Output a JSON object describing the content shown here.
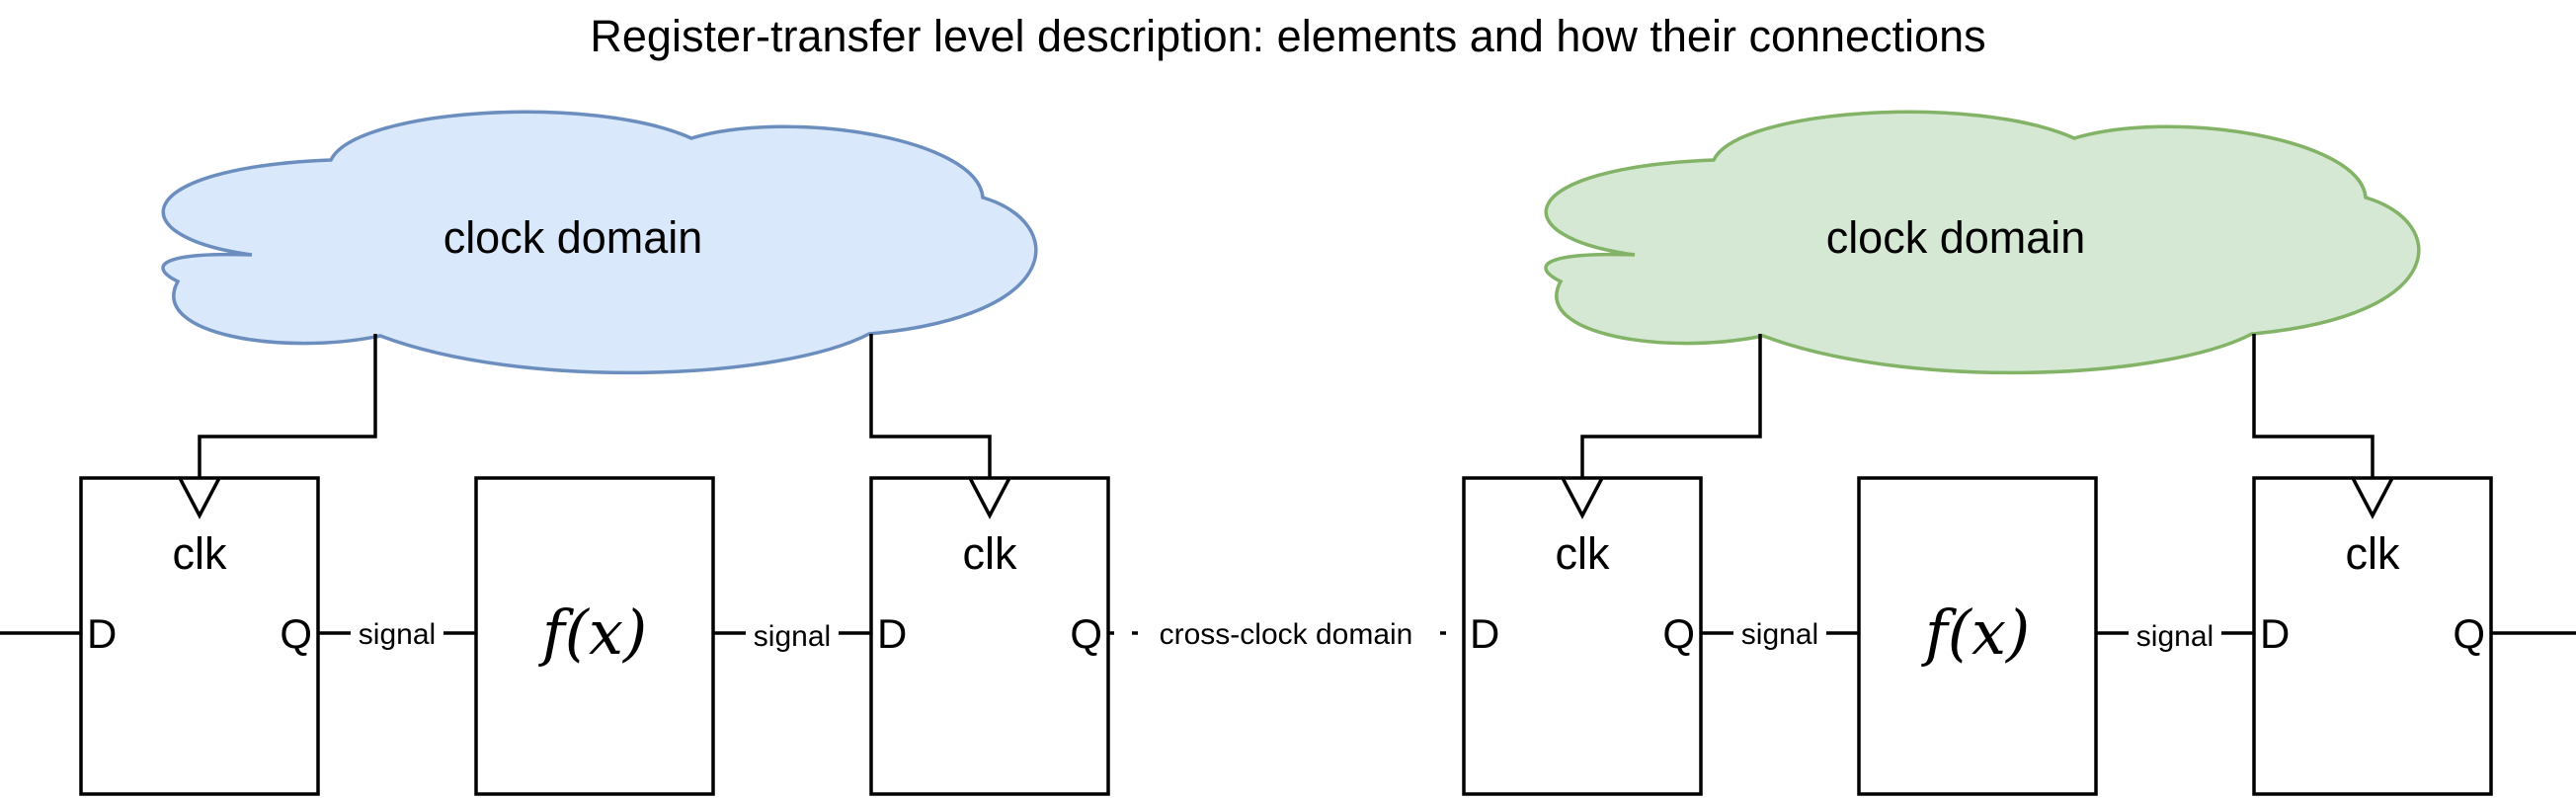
{
  "title": "Register-transfer level description: elements and how their connections",
  "clock_domains": [
    {
      "label": "clock domain",
      "fill": "#dae8fc",
      "stroke": "#6c8ebf"
    },
    {
      "label": "clock domain",
      "fill": "#d5e8d4",
      "stroke": "#82b366"
    }
  ],
  "flipflop": {
    "clk": "clk",
    "d": "D",
    "q": "Q"
  },
  "function_block": {
    "label": "f(x)"
  },
  "signal_label": "signal",
  "cross_label": "cross-clock domain"
}
